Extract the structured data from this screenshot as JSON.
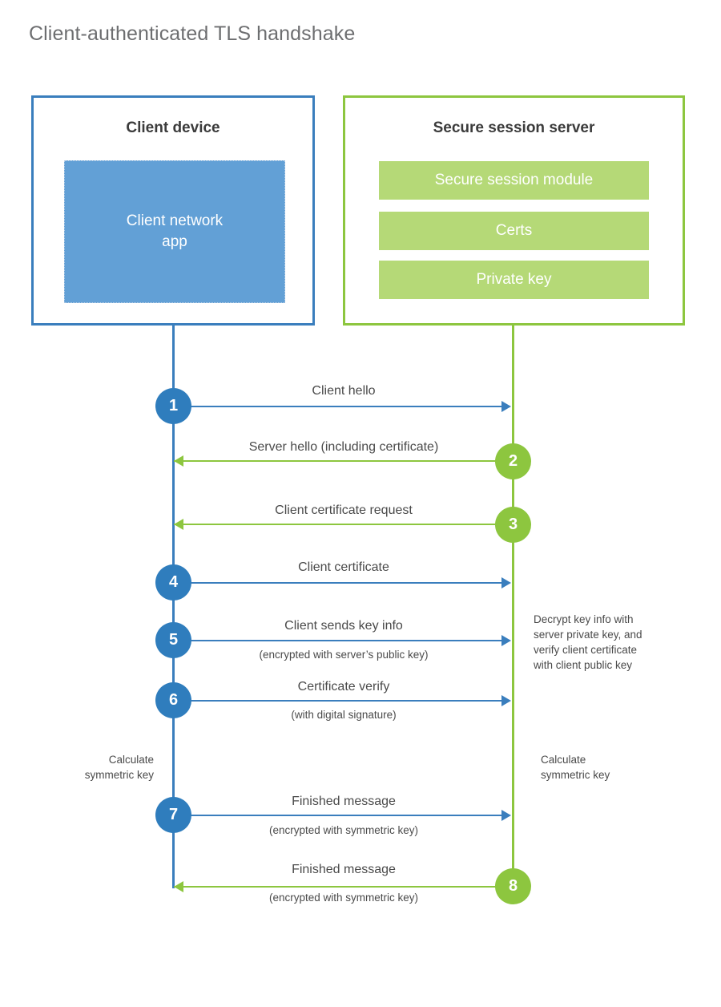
{
  "title": "Client-authenticated TLS handshake",
  "colors": {
    "client_blue": "#3a7ebd",
    "client_circle_blue": "#2f7dbd",
    "client_app_fill": "#62a0d6",
    "server_green": "#8dc63f",
    "server_block_fill": "#b5d977",
    "text_gray": "#4a4a4a",
    "title_gray": "#6d6e70",
    "background": "#ffffff"
  },
  "entities": {
    "client": {
      "title": "Client device",
      "blocks": [
        {
          "label": "Client network\napp"
        }
      ]
    },
    "server": {
      "title": "Secure session server",
      "blocks": [
        {
          "label": "Secure session module"
        },
        {
          "label": "Certs"
        },
        {
          "label": "Private key"
        }
      ]
    }
  },
  "steps": [
    {
      "number": "1",
      "direction": "client-to-server",
      "origin": "client",
      "label": "Client hello",
      "sublabel": ""
    },
    {
      "number": "2",
      "direction": "server-to-client",
      "origin": "server",
      "label": "Server hello (including certificate)",
      "sublabel": ""
    },
    {
      "number": "3",
      "direction": "server-to-client",
      "origin": "server",
      "label": "Client certificate request",
      "sublabel": ""
    },
    {
      "number": "4",
      "direction": "client-to-server",
      "origin": "client",
      "label": "Client certificate",
      "sublabel": ""
    },
    {
      "number": "5",
      "direction": "client-to-server",
      "origin": "client",
      "label": "Client sends key info",
      "sublabel": "(encrypted with server’s public key)"
    },
    {
      "number": "6",
      "direction": "client-to-server",
      "origin": "client",
      "label": "Certificate verify",
      "sublabel": "(with digital signature)"
    },
    {
      "number": "7",
      "direction": "client-to-server",
      "origin": "client",
      "label": "Finished message",
      "sublabel": "(encrypted with symmetric key)"
    },
    {
      "number": "8",
      "direction": "server-to-client",
      "origin": "server",
      "label": "Finished message",
      "sublabel": "(encrypted with symmetric key)"
    }
  ],
  "annotations": {
    "server_decrypt": "Decrypt key info with\nserver private key, and\nverify client certificate\nwith client public key",
    "client_calculate": "Calculate\nsymmetric key",
    "server_calculate": "Calculate\nsymmetric key"
  }
}
